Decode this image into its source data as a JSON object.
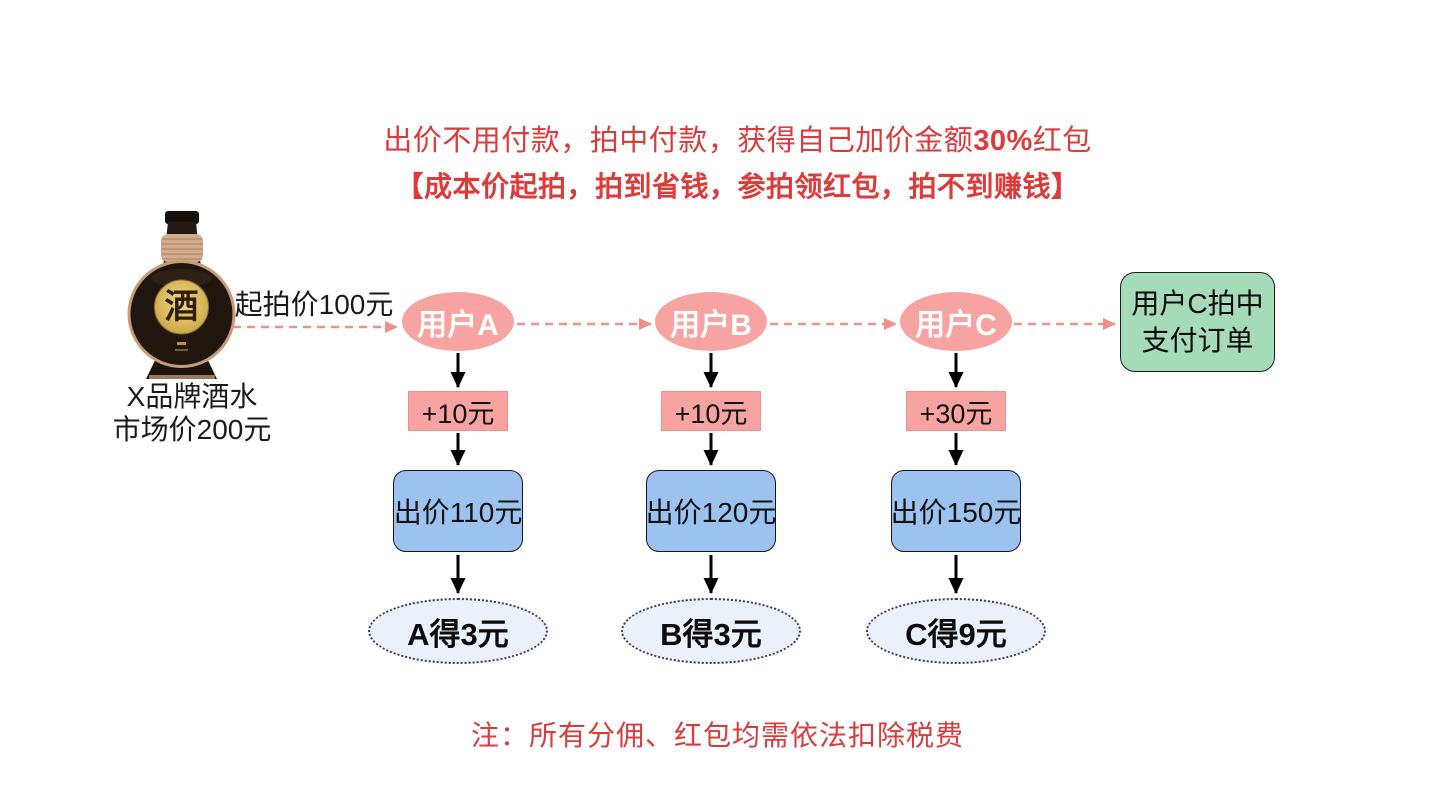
{
  "header": {
    "line1": {
      "pre": "出价不用付款，拍中付款，获得自己加价金额",
      "em": "30%",
      "post": "红包"
    },
    "line2": "【成本价起拍，拍到省钱，参拍领红包，拍不到赚钱】"
  },
  "product": {
    "bottle_glyph": "酒",
    "name": "X品牌酒水",
    "price": "市场价200元"
  },
  "flow": {
    "start_label": "起拍价100元",
    "users": [
      {
        "name": "用户A",
        "increment": "+10元",
        "bid": "出价110元",
        "reward": "A得3元"
      },
      {
        "name": "用户B",
        "increment": "+10元",
        "bid": "出价120元",
        "reward": "B得3元"
      },
      {
        "name": "用户C",
        "increment": "+30元",
        "bid": "出价150元",
        "reward": "C得9元"
      }
    ],
    "result": {
      "line1": "用户C拍中",
      "line2": "支付订单"
    }
  },
  "note": "注：所有分佣、红包均需依法扣除税费",
  "colors": {
    "red_text": "#DC3B3B",
    "pink_node": "#F7A3A2",
    "pink_arrow": "#F0908B",
    "blue_fill": "#9CC2F0",
    "blue_border": "#14142E",
    "green_fill": "#A6DBBA",
    "reward_fill": "#EAF1FB",
    "arrow_black": "#000000",
    "gold_medallion": "#D9B95C",
    "background": "#FFFFFF"
  }
}
